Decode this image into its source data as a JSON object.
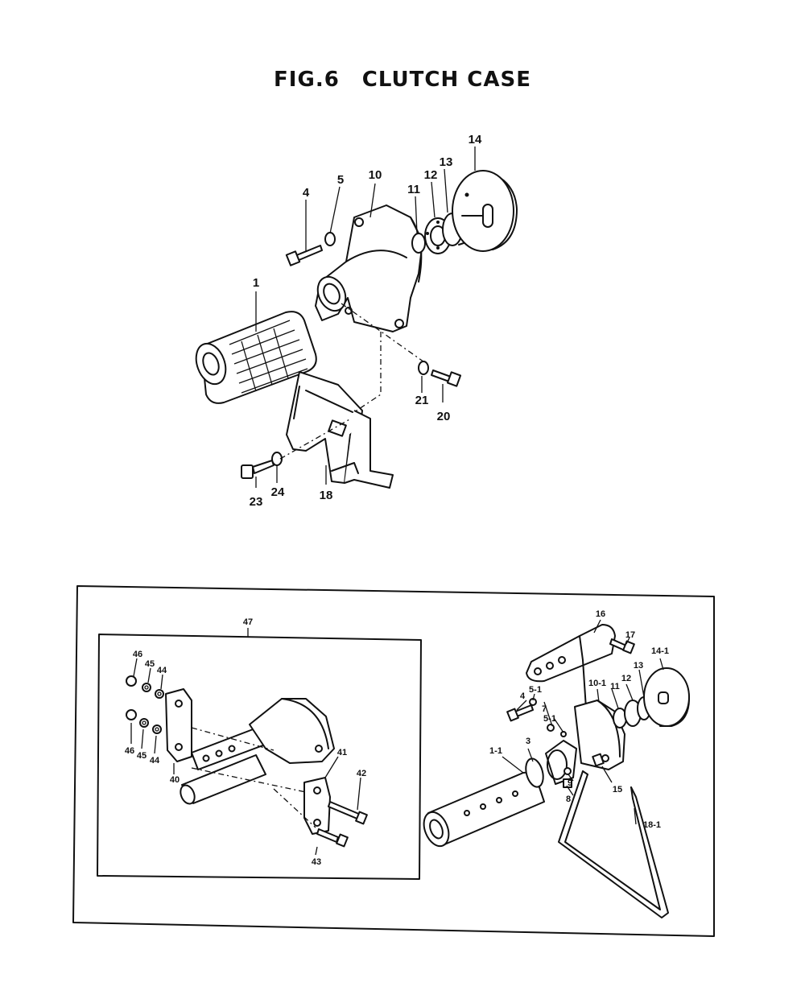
{
  "title": {
    "fig": "FIG.6",
    "name": "CLUTCH CASE"
  },
  "top_callouts": [
    "1",
    "4",
    "5",
    "10",
    "11",
    "12",
    "13",
    "14",
    "18",
    "20",
    "21",
    "23",
    "24"
  ],
  "inset": {
    "callouts": [
      "3",
      "1-1",
      "4",
      "5-1",
      "5-1",
      "7",
      "8",
      "9",
      "10-1",
      "11",
      "12",
      "13",
      "14-1",
      "15",
      "16",
      "17",
      "18-1"
    ],
    "sub_assembly": {
      "callouts": [
        "47",
        "40",
        "41",
        "42",
        "43",
        "44",
        "44",
        "45",
        "45",
        "46",
        "46"
      ]
    }
  }
}
